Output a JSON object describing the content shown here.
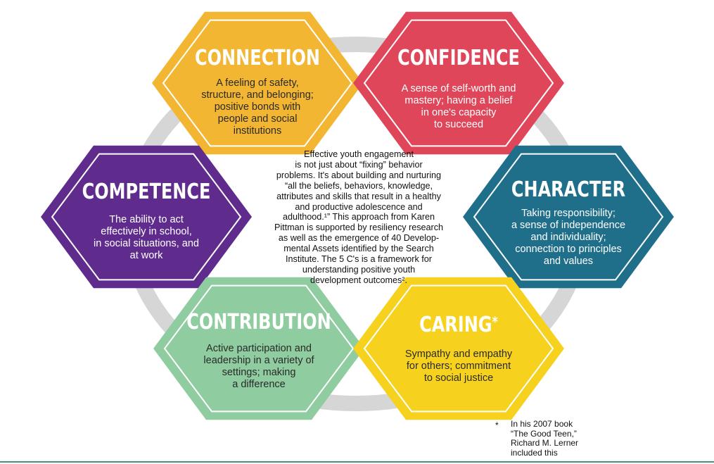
{
  "colors": {
    "ring": "#d6d6d6",
    "connection": "#f2b632",
    "confidence": "#e0465a",
    "competence": "#5f2c8e",
    "character": "#1f6f8b",
    "contribution": "#8fcc9f",
    "caring": "#f6d21e",
    "inner_stroke": "#ffffff",
    "bottom_rule": "#3c9a78"
  },
  "hexagons": [
    {
      "id": "connection",
      "title": "CONNECTION",
      "desc": "A feeling of safety,\nstructure, and belonging;\npositive bonds with\npeople and social\ninstitutions"
    },
    {
      "id": "confidence",
      "title": "CONFIDENCE",
      "desc": "A sense of self-worth and\nmastery; having a belief\nin one's capacity\nto succeed"
    },
    {
      "id": "competence",
      "title": "COMPETENCE",
      "desc": "The ability to act\neffectively in school,\nin social situations, and\nat work"
    },
    {
      "id": "character",
      "title": "CHARACTER",
      "desc": "Taking responsibility;\na sense of independence\nand individuality;\nconnection to principles\nand values"
    },
    {
      "id": "contribution",
      "title": "CONTRIBUTION",
      "desc": "Active participation and\nleadership in a variety of\nsettings; making\na difference"
    },
    {
      "id": "caring",
      "title": "CARING",
      "title_mark": "*",
      "desc": "Sympathy and empathy\nfor others; commitment\nto social justice"
    }
  ],
  "center_text": "Effective youth engagement\nis not just about “fixing” behavior\nproblems. It's about building and nurturing\n“all the beliefs, behaviors, knowledge,\nattributes and skills that result in a healthy\nand productive adolescence and\nadulthood.¹” This approach from Karen\nPittman is supported by resiliency research\nas well as the emergence of 40 Develop-\nmental Assets identified by the Search\nInstitute. The 5 C's is a framework for\nunderstanding positive youth\ndevelopment outcomes².",
  "footnote": {
    "mark": "*",
    "text": "In his 2007 book\n“The Good Teen,”\nRichard M. Lerner\nincluded this"
  }
}
